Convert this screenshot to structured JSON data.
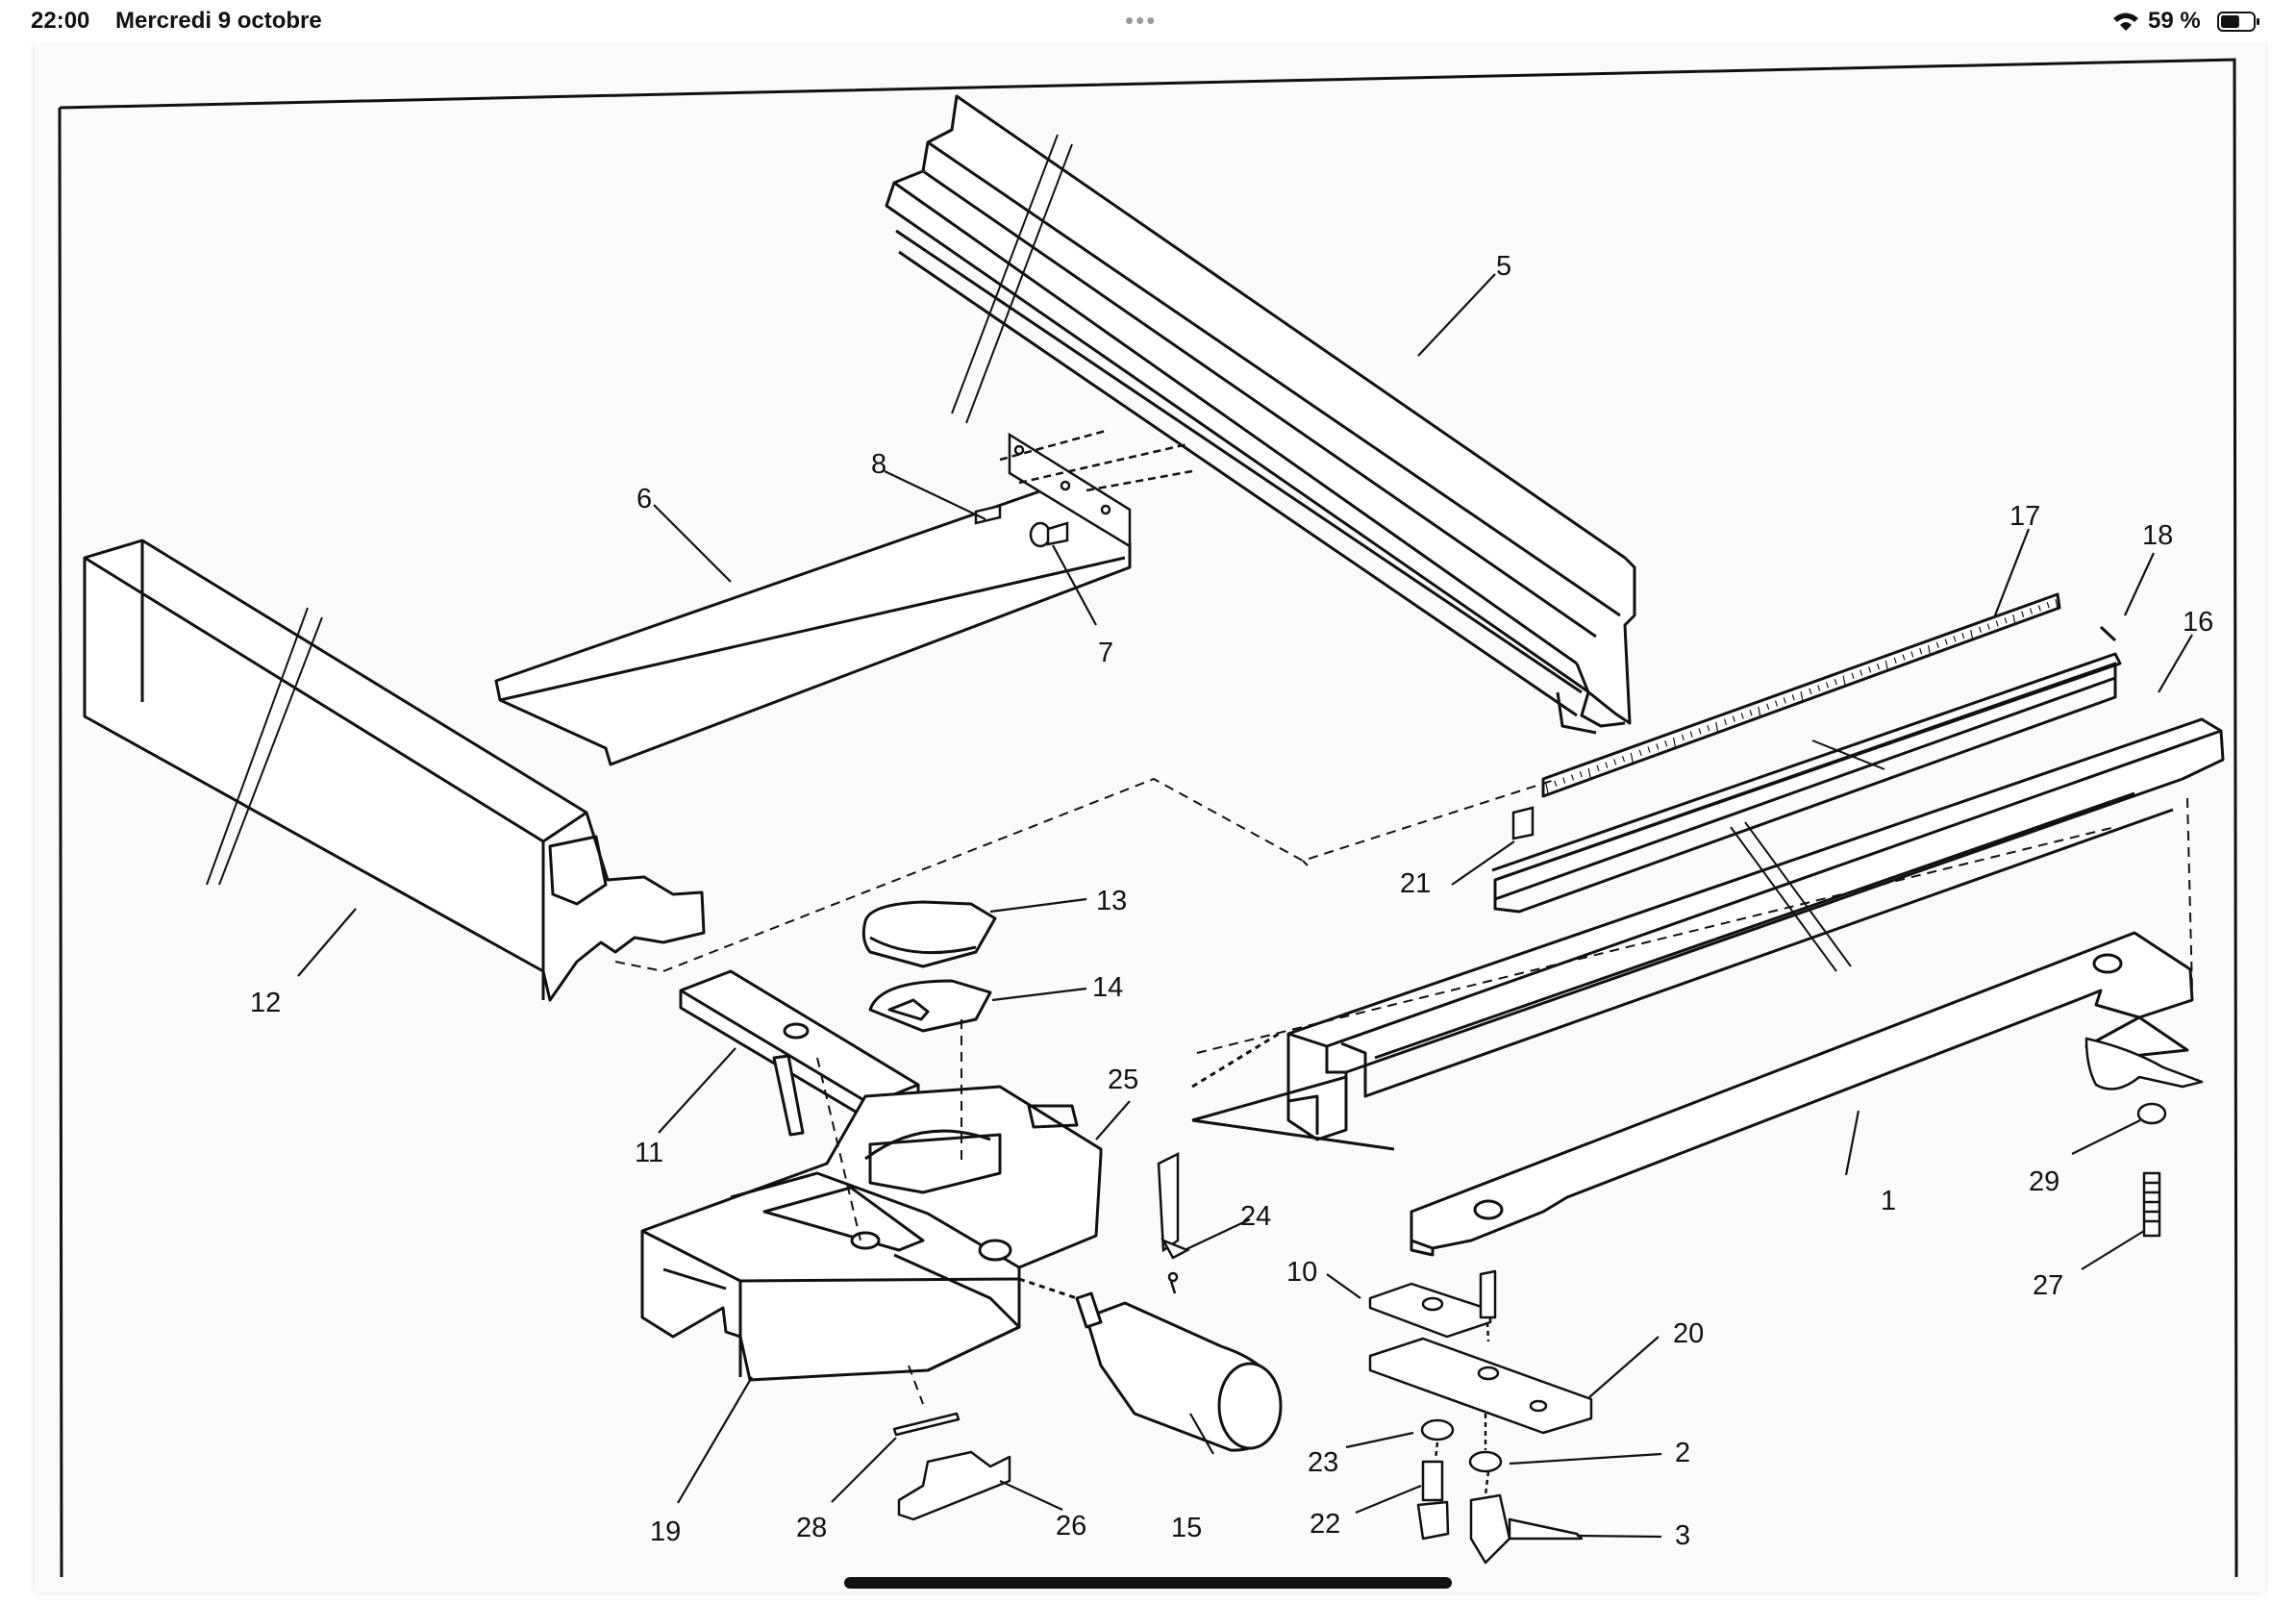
{
  "status_bar": {
    "time": "22:00",
    "date": "Mercredi 9 octobre",
    "dots": "•••",
    "battery_percent": "59 %",
    "battery_level": 0.59,
    "wifi_icon": "wifi-icon",
    "battery_icon": "battery-icon"
  },
  "diagram": {
    "labels": {
      "p1": "1",
      "p2": "2",
      "p3": "3",
      "p5": "5",
      "p6": "6",
      "p7": "7",
      "p8": "8",
      "p10": "10",
      "p11": "11",
      "p12": "12",
      "p13": "13",
      "p14": "14",
      "p15": "15",
      "p16": "16",
      "p17": "17",
      "p18": "18",
      "p19": "19",
      "p20": "20",
      "p21": "21",
      "p22": "22",
      "p23": "23",
      "p24": "24",
      "p25": "25",
      "p26": "26",
      "p27": "27",
      "p28": "28",
      "p29": "29"
    }
  }
}
